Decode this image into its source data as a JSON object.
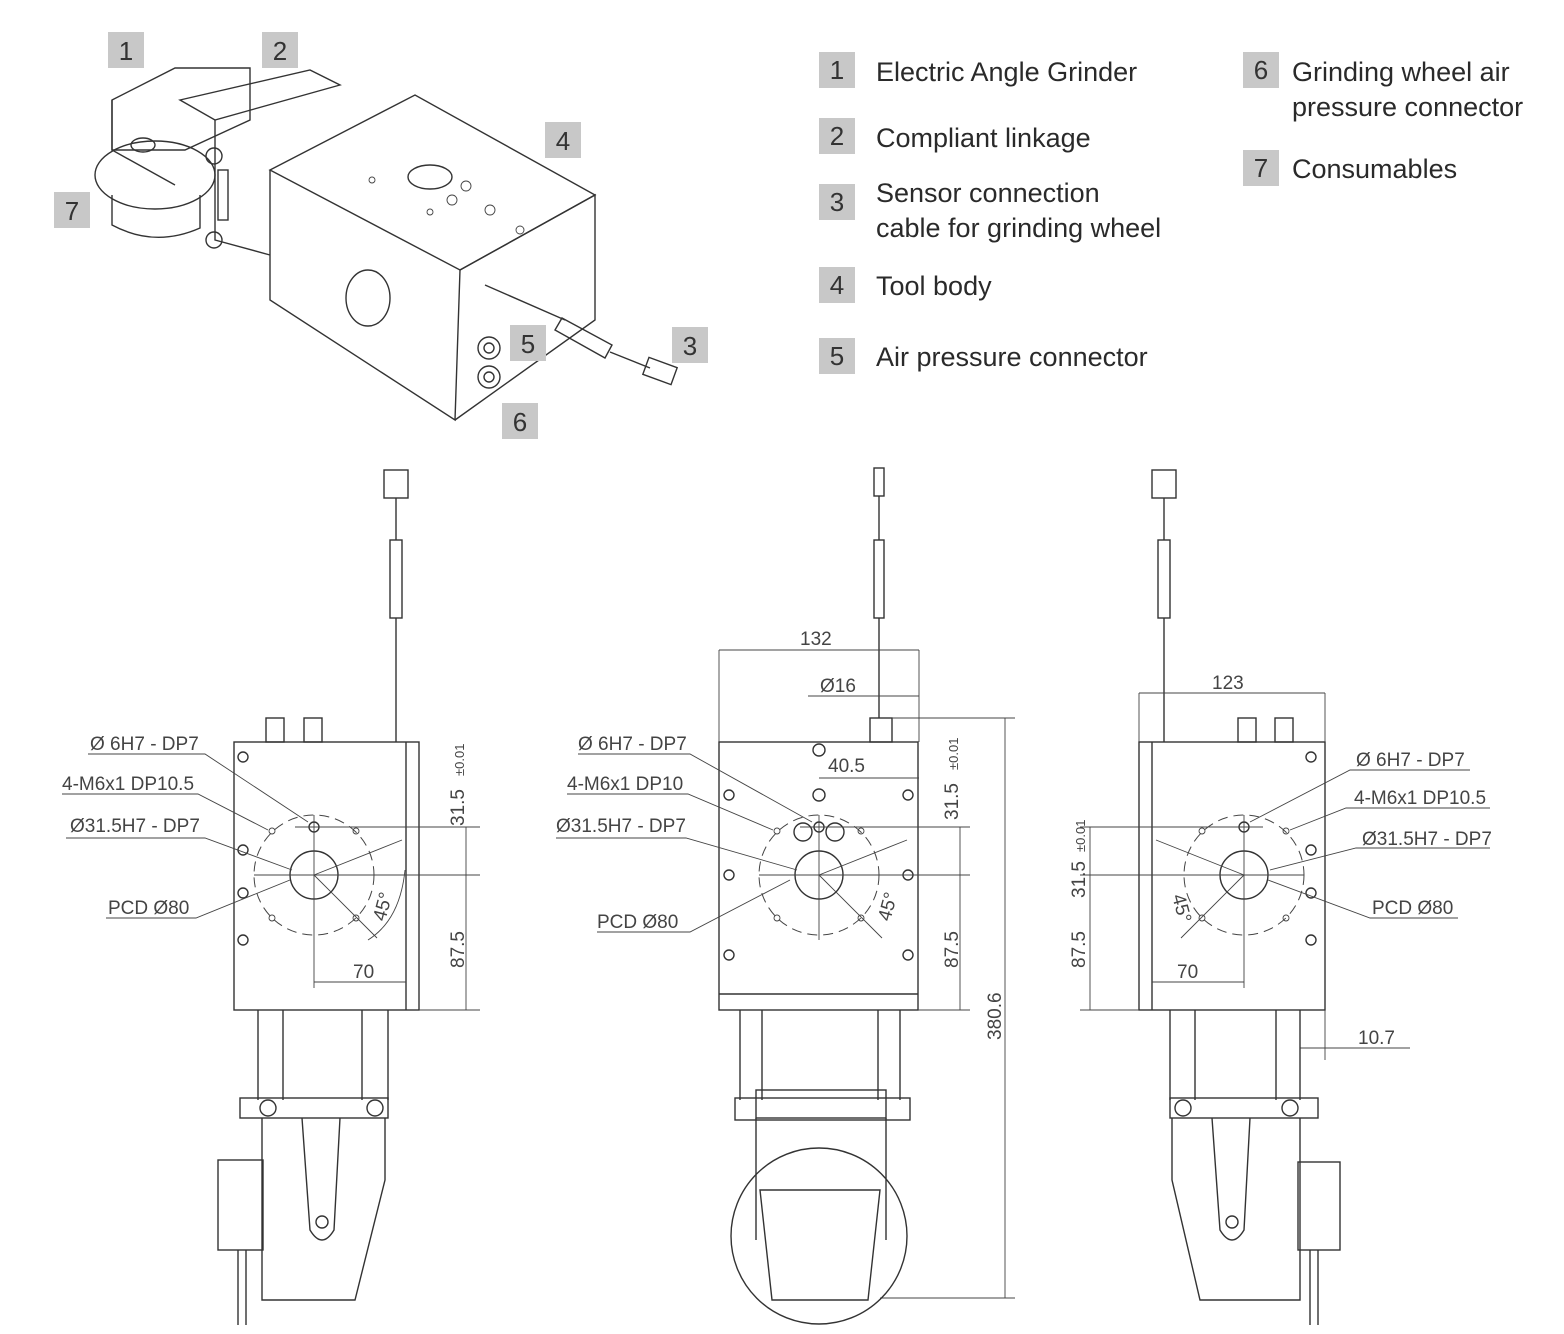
{
  "legend": [
    {
      "num": "1",
      "label": "Electric Angle Grinder"
    },
    {
      "num": "2",
      "label": "Compliant linkage"
    },
    {
      "num": "3",
      "label_line1": "Sensor connection",
      "label_line2": "cable for grinding wheel"
    },
    {
      "num": "4",
      "label": "Tool body"
    },
    {
      "num": "5",
      "label": "Air pressure connector"
    },
    {
      "num": "6",
      "label_line1": "Grinding wheel air",
      "label_line2": "pressure connector"
    },
    {
      "num": "7",
      "label": "Consumables"
    }
  ],
  "callouts": [
    "1",
    "2",
    "3",
    "4",
    "5",
    "6",
    "7"
  ],
  "left_view": {
    "pin_hole": "Ø 6H7 - DP7",
    "threaded": "4-M6x1 DP10.5",
    "bore": "Ø31.5H7 - DP7",
    "pcd": "PCD Ø80",
    "dim_31_5": "31.5",
    "tol": "±0.01",
    "dim_87_5": "87.5",
    "dim_70": "70",
    "angle": "45°"
  },
  "front_view": {
    "width": "132",
    "dia16": "Ø16",
    "offset": "40.5",
    "pin_hole": "Ø 6H7 - DP7",
    "threaded": "4-M6x1 DP10",
    "bore": "Ø31.5H7 - DP7",
    "pcd": "PCD Ø80",
    "dim_31_5": "31.5",
    "tol": "±0.01",
    "dim_87_5": "87.5",
    "height": "380.6",
    "angle": "45°"
  },
  "right_view": {
    "width": "123",
    "pin_hole": "Ø 6H7 - DP7",
    "threaded": "4-M6x1 DP10.5",
    "bore": "Ø31.5H7 - DP7",
    "pcd": "PCD Ø80",
    "dim_31_5": "31.5",
    "tol": "±0.01",
    "dim_87_5": "87.5",
    "dim_70": "70",
    "offset": "10.7",
    "angle": "45°"
  }
}
